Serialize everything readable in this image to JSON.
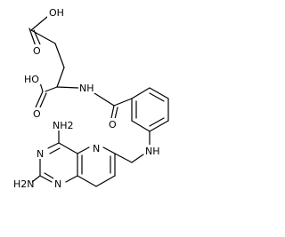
{
  "labels": {
    "oh_top": "OH",
    "o_top": "O",
    "oh_left": "HO",
    "o_left": "O",
    "nh_amide": "NH",
    "o_amide": "O",
    "nh_link": "NH",
    "n_pyr_ring": "N",
    "nh2_upper": "NH2",
    "n_pyrim_a": "N",
    "n_pyrim_b": "N",
    "nh2_lower": "H2N"
  },
  "colors": {
    "ink": "#000000",
    "background": "#ffffff"
  }
}
